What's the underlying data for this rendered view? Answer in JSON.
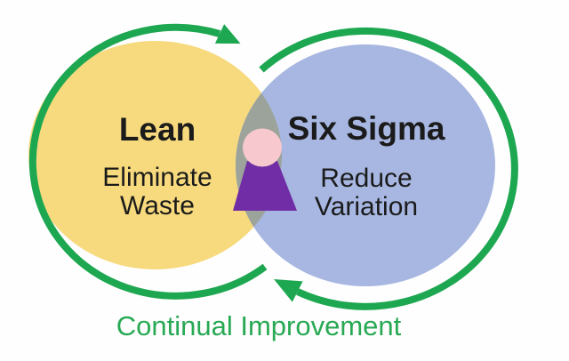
{
  "diagram": {
    "type": "venn-cycle",
    "left_circle": {
      "title": "Lean",
      "subtitle_lines": [
        "Eliminate",
        "Waste"
      ]
    },
    "right_circle": {
      "title": "Six Sigma",
      "subtitle_lines": [
        "Reduce",
        "Variation"
      ]
    },
    "overlap": {
      "icon": "person-icon"
    },
    "cycle": {
      "caption": "Continual Improvement",
      "arrow_icons": [
        "top-arrowhead-icon",
        "bottom-arrowhead-icon"
      ]
    }
  },
  "colors": {
    "background": "#FEFEFE",
    "lean_fill": "#F7DA7D",
    "six_sigma_fill": "#A7B7E1",
    "overlap_fill": "#9CA39B",
    "cycle_green": "#1EA751",
    "caption_green": "#28A954",
    "person_head_pink": "#F7C9CE",
    "person_body_purple": "#702DA5",
    "text_dark": "#1B1B1B"
  }
}
